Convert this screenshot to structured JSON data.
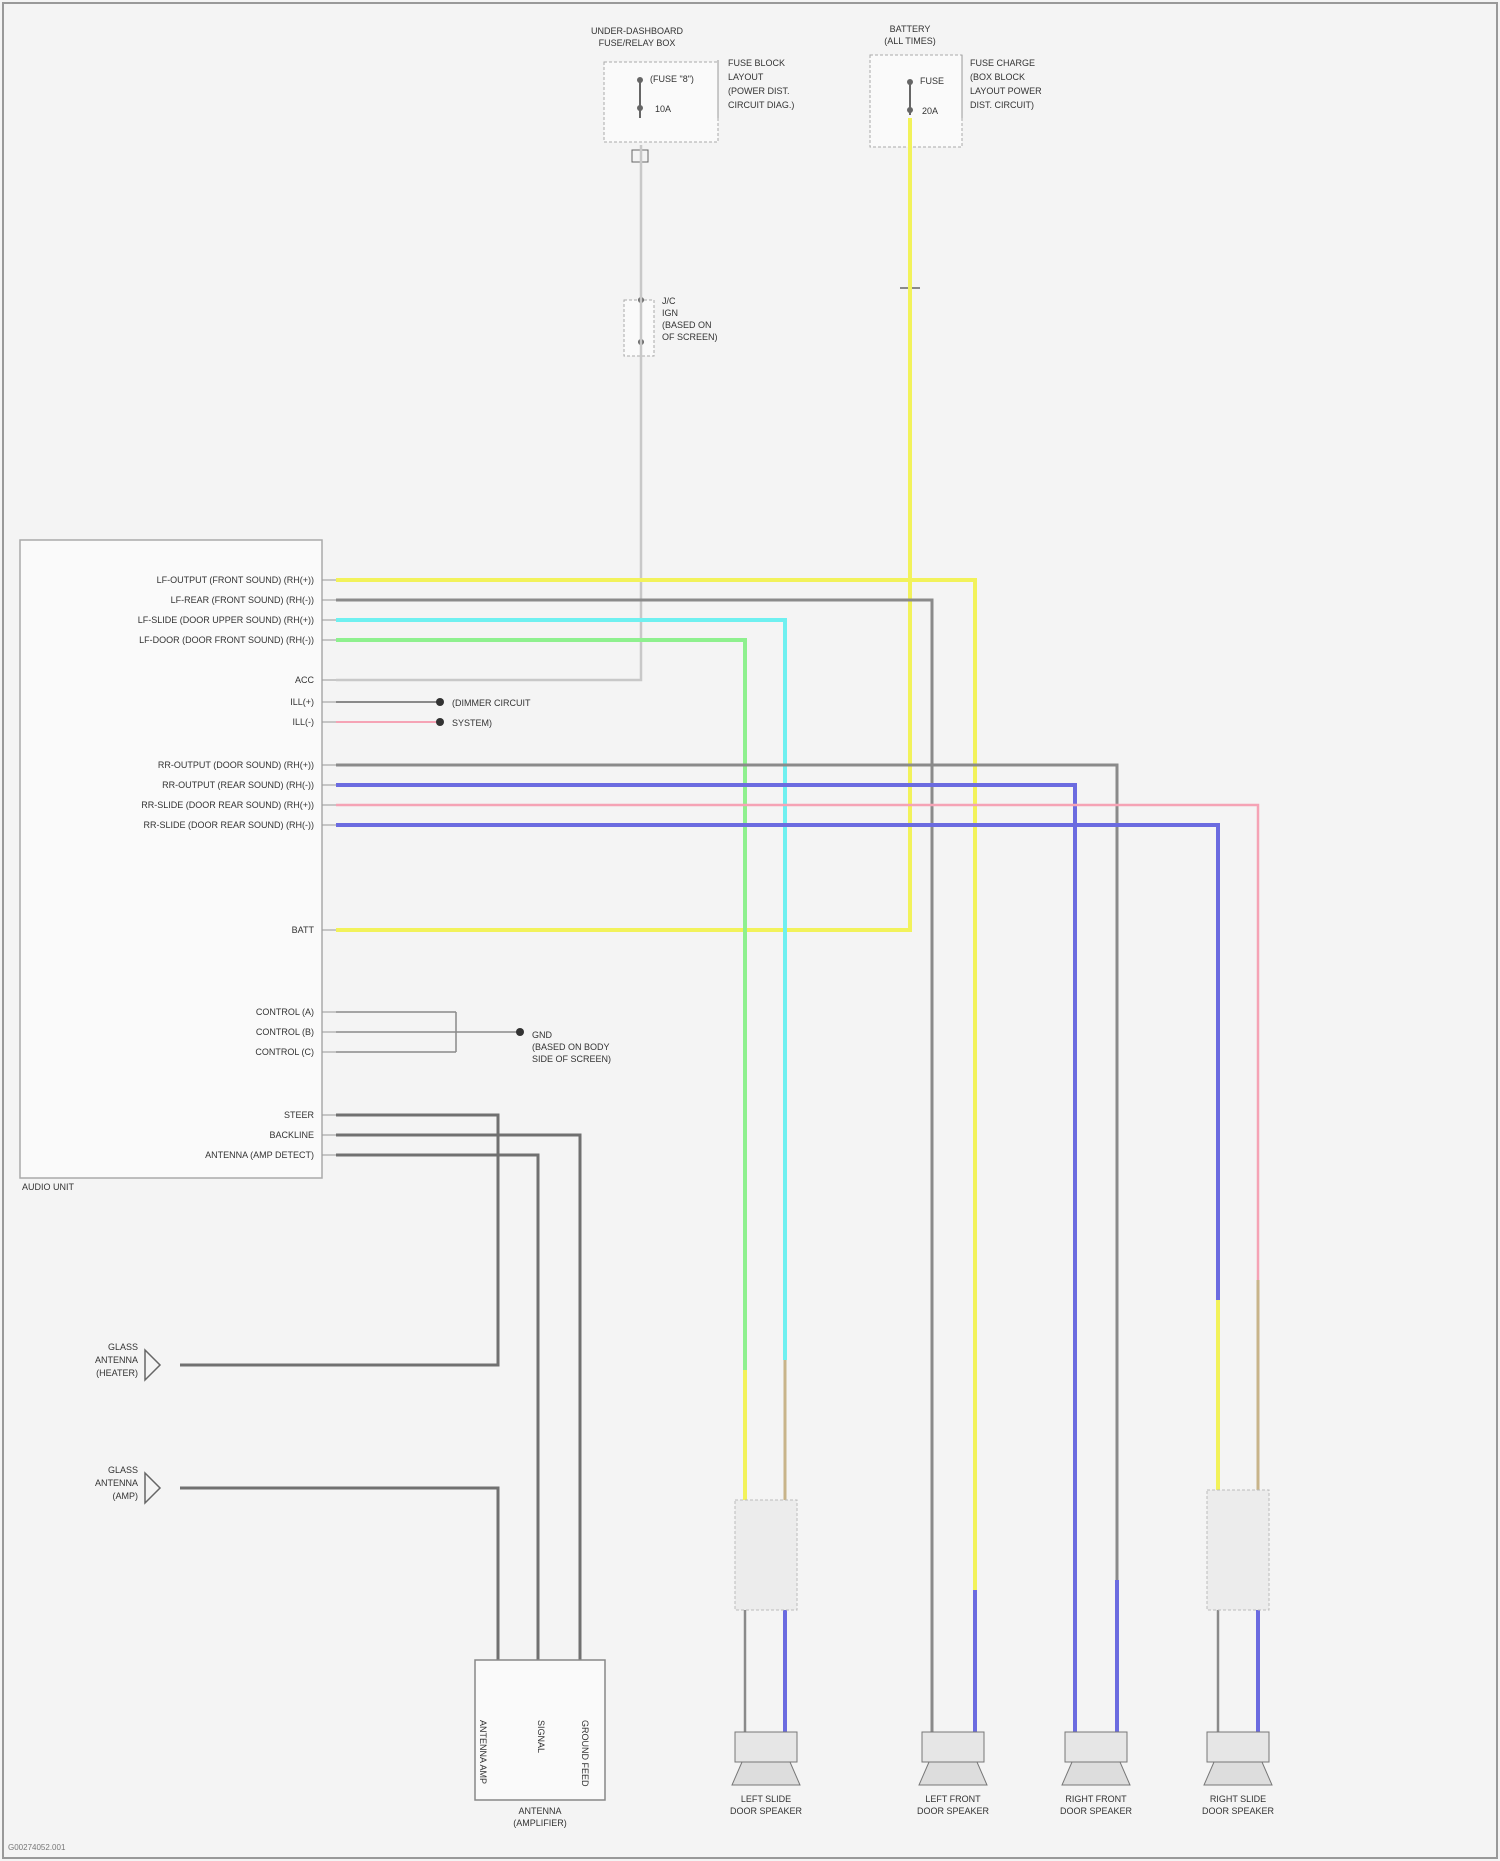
{
  "fuse_box_1": {
    "title_1": "UNDER-DASHBOARD",
    "title_2": "FUSE/RELAY BOX",
    "fuse_label": "(FUSE \"8\")",
    "fuse_amp": "10A",
    "notes": [
      "FUSE BLOCK",
      "LAYOUT",
      "(POWER DIST.",
      "CIRCUIT DIAG.)"
    ]
  },
  "fuse_box_2": {
    "title_1": "BATTERY",
    "title_2": "(ALL TIMES)",
    "fuse_label": "FUSE",
    "fuse_amp": "20A",
    "notes": [
      "FUSE CHARGE",
      "(BOX BLOCK",
      "LAYOUT POWER",
      "DIST. CIRCUIT)"
    ]
  },
  "junction": {
    "lines": [
      "J/C",
      "IGN",
      "(BASED ON",
      "OF SCREEN)"
    ]
  },
  "radio_unit": {
    "title": "AUDIO UNIT",
    "pins_group_1": [
      "LF-OUTPUT (FRONT SOUND) (RH(+))",
      "LF-REAR (FRONT SOUND) (RH(-))",
      "LF-SLIDE (DOOR UPPER SOUND) (RH(+))",
      "LF-DOOR (DOOR FRONT SOUND) (RH(-))"
    ],
    "pin_acc": "ACC",
    "pin_ill_pos": "ILL(+)",
    "pin_ill_neg": "ILL(-)",
    "pins_group_2": [
      "RR-OUTPUT (DOOR SOUND) (RH(+))",
      "RR-OUTPUT (REAR SOUND) (RH(-))",
      "RR-SLIDE (DOOR REAR SOUND) (RH(+))",
      "RR-SLIDE (DOOR REAR SOUND) (RH(-))"
    ],
    "pin_batt": "BATT",
    "pins_control": [
      "CONTROL (A)",
      "CONTROL (B)",
      "CONTROL (C)"
    ],
    "pins_bottom": [
      "STEER",
      "BACKLINE",
      "ANTENNA (AMP DETECT)"
    ]
  },
  "ground_note": {
    "lines": [
      "GND",
      "(BASED ON BODY",
      "SIDE OF SCREEN)"
    ]
  },
  "dimmer_note": {
    "lines": [
      "(DIMMER CIRCUIT",
      "SYSTEM)"
    ]
  },
  "left_components": {
    "upper": [
      "GLASS",
      "ANTENNA",
      "(HEATER)"
    ],
    "lower": [
      "GLASS",
      "ANTENNA",
      "(AMP)"
    ]
  },
  "antenna_module": {
    "labels": [
      "ANTENNA AMP",
      "SIGNAL",
      "GROUND FEED"
    ],
    "caption_1": "ANTENNA",
    "caption_2": "(AMPLIFIER)"
  },
  "speakers": [
    {
      "line_1": "LEFT SLIDE",
      "line_2": "DOOR SPEAKER"
    },
    {
      "line_1": "LEFT FRONT",
      "line_2": "DOOR SPEAKER"
    },
    {
      "line_1": "RIGHT FRONT",
      "line_2": "DOOR SPEAKER"
    },
    {
      "line_1": "RIGHT SLIDE",
      "line_2": "DOOR SPEAKER"
    }
  ],
  "footer": "G00274052.001",
  "wire_colors": {
    "yellow": "#f2f25a",
    "gray": "#8a8a8a",
    "cyan": "#6ff0f0",
    "green": "#8ef08e",
    "blue": "#6b6be0",
    "pink": "#f5a3b5",
    "lightgray": "#c8c8c8"
  }
}
